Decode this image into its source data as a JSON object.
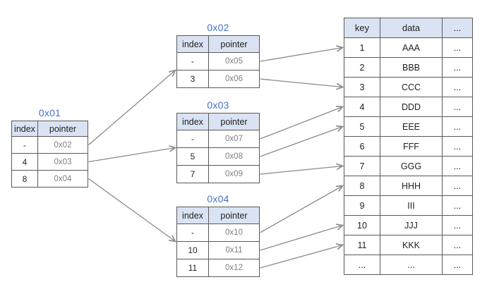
{
  "colors": {
    "accent_blue": "#4472c4",
    "header_fill": "#dae3f3",
    "border": "#595959",
    "arrow": "#8a8a8a",
    "pointer_text": "#7f7f7f",
    "text": "#1f1f1f",
    "background": "#ffffff"
  },
  "node_tables": [
    {
      "title": "0x01",
      "columns": [
        "index",
        "pointer"
      ],
      "rows": [
        [
          "-",
          "0x02"
        ],
        [
          "4",
          "0x03"
        ],
        [
          "8",
          "0x04"
        ]
      ]
    },
    {
      "title": "0x02",
      "columns": [
        "index",
        "pointer"
      ],
      "rows": [
        [
          "-",
          "0x05"
        ],
        [
          "3",
          "0x06"
        ]
      ]
    },
    {
      "title": "0x03",
      "columns": [
        "index",
        "pointer"
      ],
      "rows": [
        [
          "-",
          "0x07"
        ],
        [
          "5",
          "0x08"
        ],
        [
          "7",
          "0x09"
        ]
      ]
    },
    {
      "title": "0x04",
      "columns": [
        "index",
        "pointer"
      ],
      "rows": [
        [
          "-",
          "0x10"
        ],
        [
          "10",
          "0x11"
        ],
        [
          "11",
          "0x12"
        ]
      ]
    }
  ],
  "main_table": {
    "columns": [
      "key",
      "data",
      "..."
    ],
    "rows": [
      [
        "1",
        "AAA",
        "..."
      ],
      [
        "2",
        "BBB",
        "..."
      ],
      [
        "3",
        "CCC",
        "..."
      ],
      [
        "4",
        "DDD",
        "..."
      ],
      [
        "5",
        "EEE",
        "..."
      ],
      [
        "6",
        "FFF",
        "..."
      ],
      [
        "7",
        "GGG",
        "..."
      ],
      [
        "8",
        "HHH",
        "..."
      ],
      [
        "9",
        "III",
        "..."
      ],
      [
        "10",
        "JJJ",
        "..."
      ],
      [
        "11",
        "KKK",
        "..."
      ],
      [
        "...",
        "...",
        "..."
      ]
    ]
  },
  "arrows": [
    {
      "from": "t01-row-0",
      "to": "t02-row-0",
      "anchor": "bottom"
    },
    {
      "from": "t01-row-1",
      "to": "t03-row-0",
      "anchor": "bottom"
    },
    {
      "from": "t01-row-2",
      "to": "t04-row-0",
      "anchor": "bottom"
    },
    {
      "from": "t02-row-0",
      "to": "main-row-0",
      "anchor": "center"
    },
    {
      "from": "t02-row-1",
      "to": "main-row-2",
      "anchor": "center"
    },
    {
      "from": "t03-row-0",
      "to": "main-row-3",
      "anchor": "center"
    },
    {
      "from": "t03-row-1",
      "to": "main-row-4",
      "anchor": "center"
    },
    {
      "from": "t03-row-2",
      "to": "main-row-6",
      "anchor": "center"
    },
    {
      "from": "t04-row-0",
      "to": "main-row-7",
      "anchor": "center"
    },
    {
      "from": "t04-row-1",
      "to": "main-row-9",
      "anchor": "center"
    },
    {
      "from": "t04-row-2",
      "to": "main-row-10",
      "anchor": "center"
    }
  ]
}
